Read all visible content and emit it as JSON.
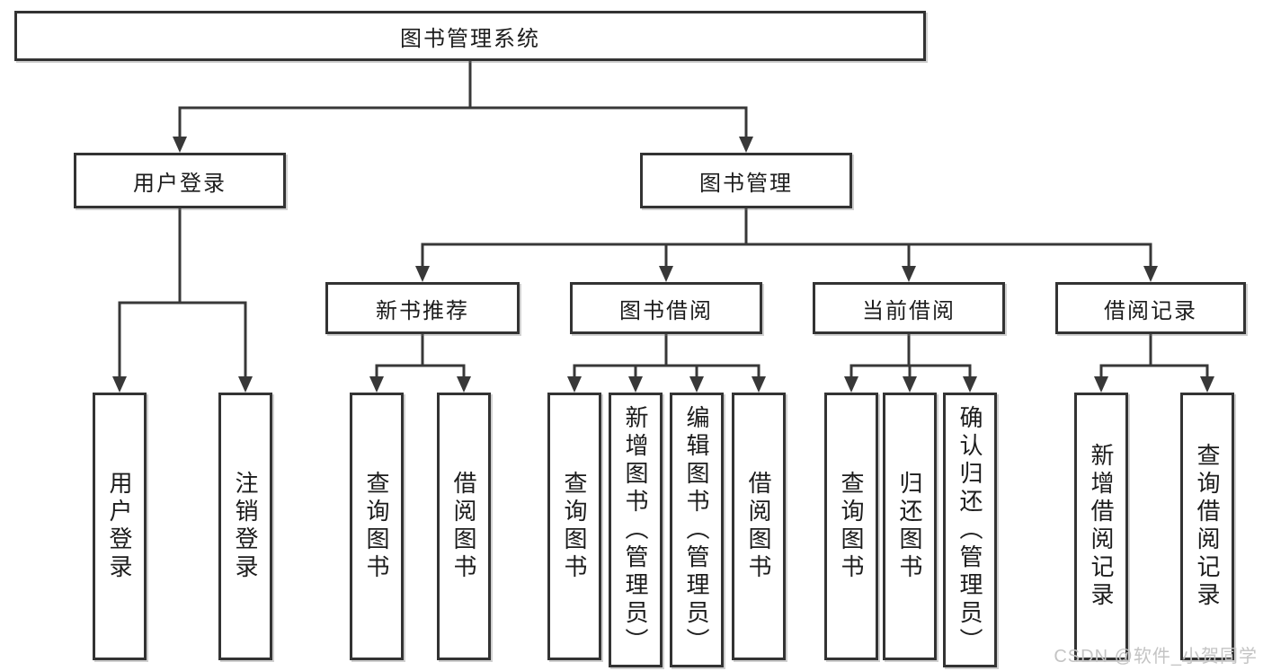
{
  "tree": {
    "root": "图书管理系统",
    "branches": [
      {
        "label": "用户登录",
        "children": [
          {
            "label": "用户登录"
          },
          {
            "label": "注销登录"
          }
        ]
      },
      {
        "label": "图书管理",
        "children": [
          {
            "label": "新书推荐",
            "children": [
              {
                "label": "查询图书"
              },
              {
                "label": "借阅图书"
              }
            ]
          },
          {
            "label": "图书借阅",
            "children": [
              {
                "label": "查询图书"
              },
              {
                "label": "新增图书（管理员）"
              },
              {
                "label": "编辑图书（管理员）"
              },
              {
                "label": "借阅图书"
              }
            ]
          },
          {
            "label": "当前借阅",
            "children": [
              {
                "label": "查询图书"
              },
              {
                "label": "归还图书"
              },
              {
                "label": "确认归还（管理员）"
              }
            ]
          },
          {
            "label": "借阅记录",
            "children": [
              {
                "label": "新增借阅记录"
              },
              {
                "label": "查询借阅记录"
              }
            ]
          }
        ]
      }
    ]
  },
  "watermark": {
    "text": "CSDN @软件_小贺同学"
  },
  "colors": {
    "line": "#383838",
    "box_border": "#333333",
    "text": "#1c1c1c",
    "watermark": "#c4c4c4",
    "background": "#ffffff"
  }
}
